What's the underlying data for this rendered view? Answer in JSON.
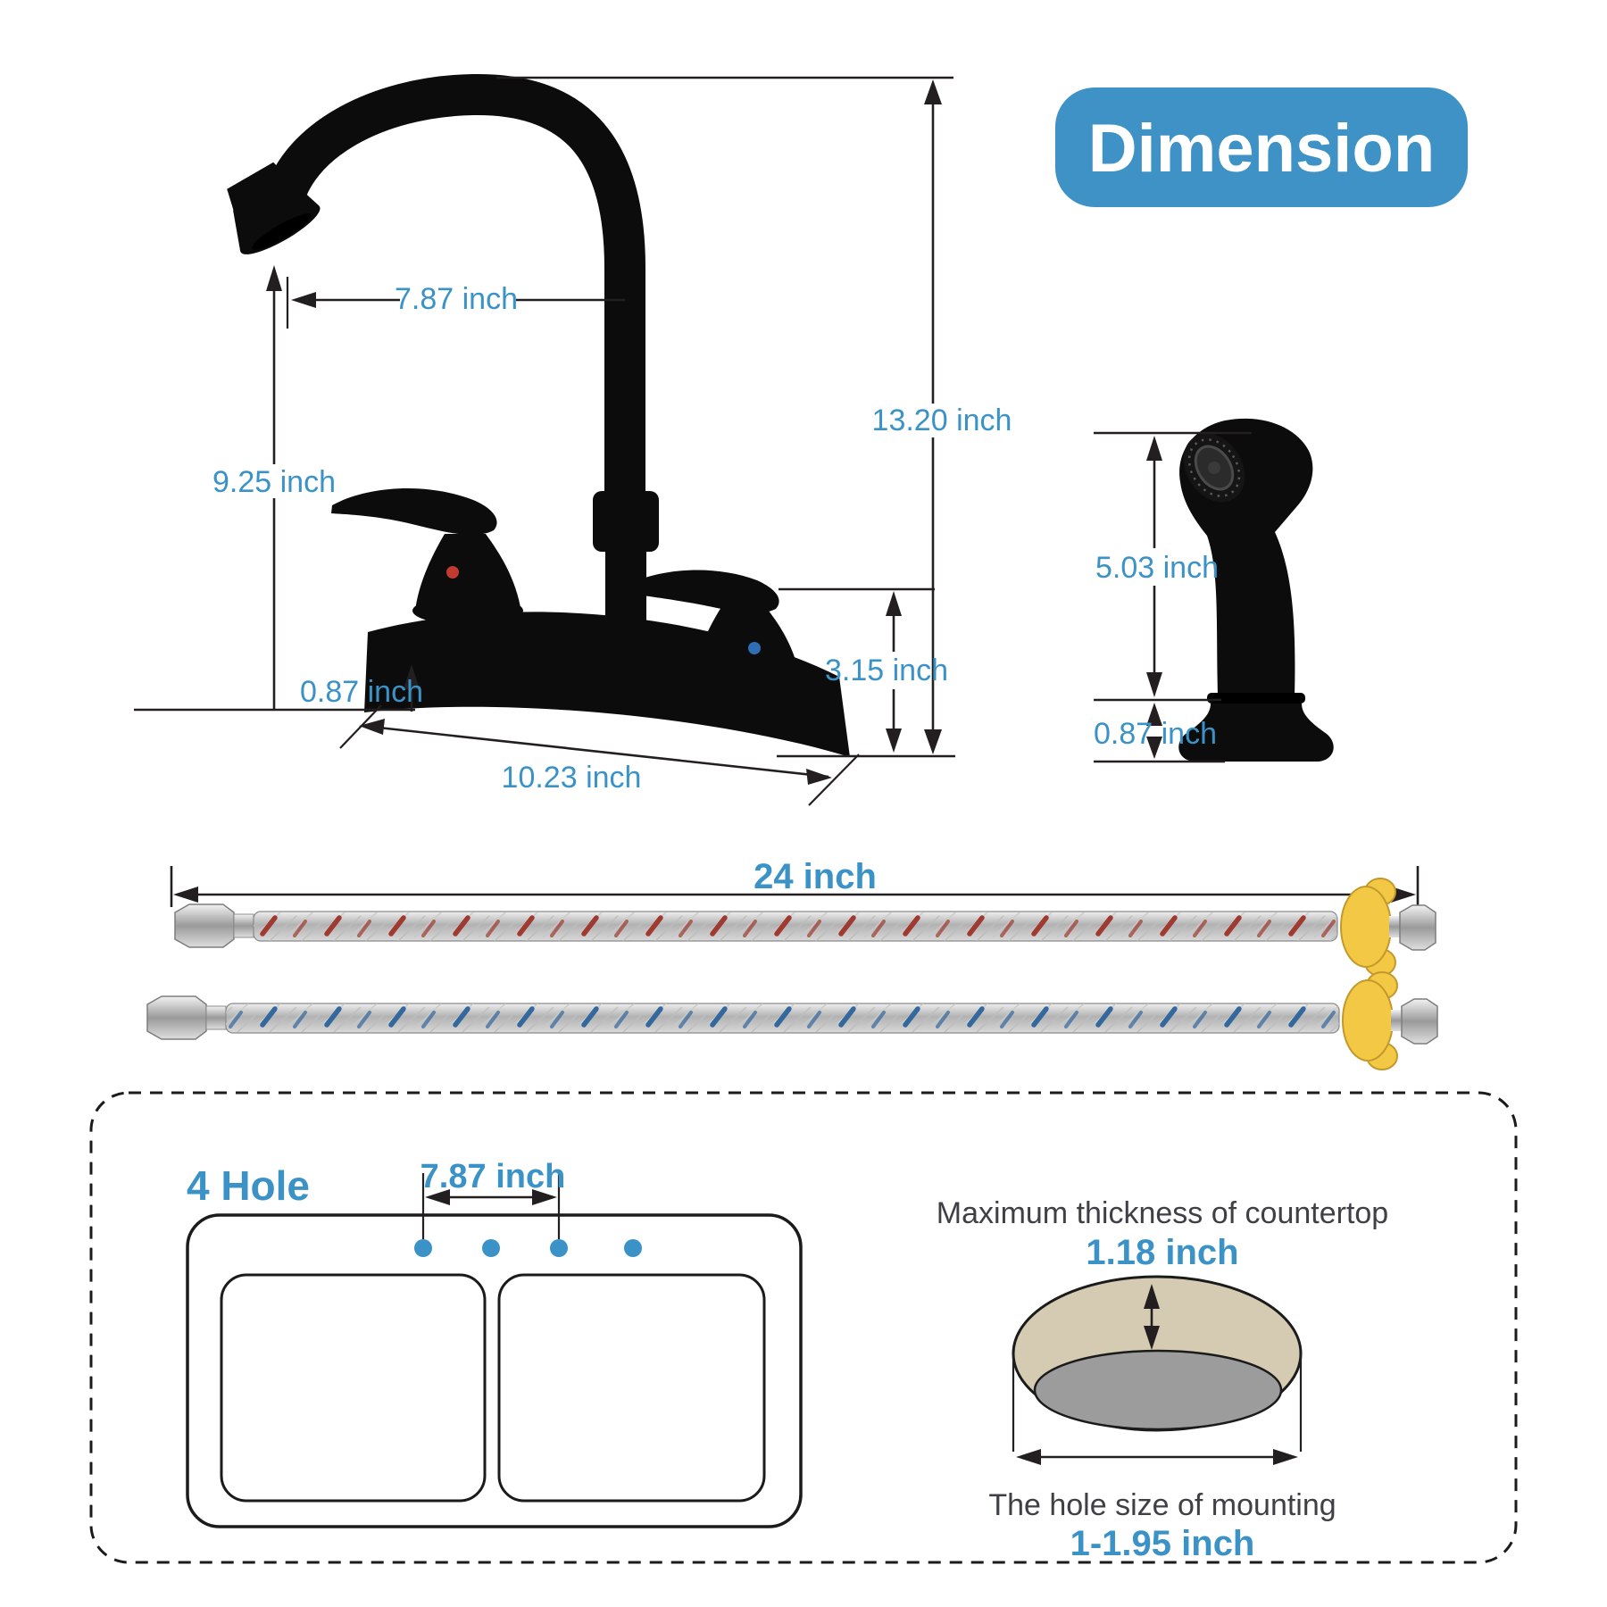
{
  "title": {
    "label": "Dimension"
  },
  "colors": {
    "accent": "#3b92c6",
    "title_bg": "#3f92c5",
    "line": "#231f20",
    "gray_text": "#3f4045",
    "countertop_fill": "#d5cbb2",
    "hole_fill": "#9c9c9c",
    "hot_stripe": "#9e3a31",
    "cold_stripe": "#34689c",
    "wing_nut": "#f2c845"
  },
  "faucet": {
    "spout_reach": "7.87 inch",
    "spout_height": "9.25 inch",
    "overall_height": "13.20 inch",
    "handle_height": "3.15 inch",
    "base_height": "0.87 inch",
    "base_width": "10.23 inch"
  },
  "sprayer": {
    "height": "5.03 inch",
    "base_height": "0.87 inch"
  },
  "hoses": {
    "length": "24 inch"
  },
  "sink": {
    "label": "4 Hole",
    "hole_spacing": "7.87 inch"
  },
  "mounting": {
    "thickness_label": "Maximum thickness of countertop",
    "thickness_value": "1.18 inch",
    "hole_label": "The hole size of mounting",
    "hole_value": "1-1.95 inch"
  }
}
